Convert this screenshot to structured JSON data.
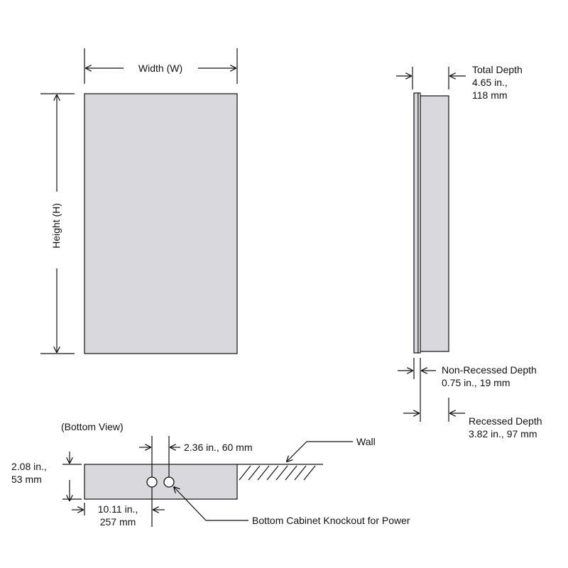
{
  "front": {
    "width_label": "Width (W)",
    "height_label": "Height (H)"
  },
  "side": {
    "total_depth": [
      "Total Depth",
      "4.65 in.,",
      "118 mm"
    ],
    "non_recessed_depth": [
      "Non-Recessed Depth",
      "0.75 in., 19 mm"
    ],
    "recessed_depth": [
      "Recessed Depth",
      "3.82 in., 97 mm"
    ]
  },
  "bottom": {
    "title": "(Bottom View)",
    "height_dim": [
      "2.08 in.,",
      "53 mm"
    ],
    "hole_offset_dim": "2.36 in., 60 mm",
    "hole_spacing_dim": [
      "10.11 in.,",
      "257 mm"
    ],
    "wall_label": "Wall",
    "knockout_label": "Bottom Cabinet Knockout for Power"
  },
  "colors": {
    "panel_fill": "#d9d9dd",
    "line": "#111111"
  }
}
